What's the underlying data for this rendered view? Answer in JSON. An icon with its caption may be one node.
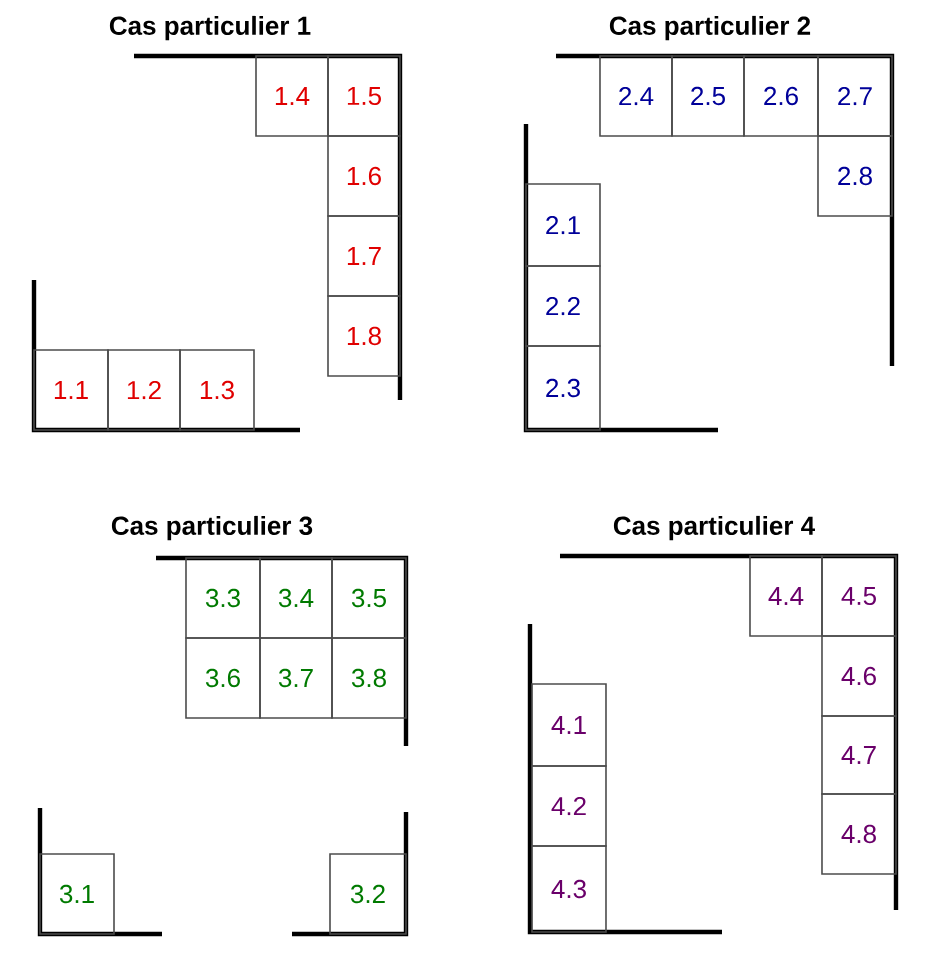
{
  "diagram": {
    "nodes": [
      {
        "text": [
          "1.1"
        ]
      },
      {
        "text": [
          "1.2"
        ]
      },
      {
        "text": [
          "1.3"
        ]
      },
      {
        "text": [
          "1.4"
        ]
      },
      {
        "text": [
          "1.5"
        ]
      },
      {
        "text": [
          "1.6"
        ]
      },
      {
        "text": [
          "1.7"
        ]
      },
      {
        "text": [
          "1.8"
        ]
      },
      {
        "text": [
          "2.1"
        ]
      },
      {
        "text": [
          "2.2"
        ]
      },
      {
        "text": [
          "2.3"
        ]
      },
      {
        "text": [
          "2.4"
        ]
      },
      {
        "text": [
          "2.5"
        ]
      },
      {
        "text": [
          "2.6"
        ]
      },
      {
        "text": [
          "2.7"
        ]
      },
      {
        "text": [
          "2.8"
        ]
      },
      {
        "text": [
          "3.1"
        ]
      },
      {
        "text": [
          "3.2"
        ]
      },
      {
        "text": [
          "3.3"
        ]
      },
      {
        "text": [
          "3.4"
        ]
      },
      {
        "text": [
          "3.5"
        ]
      },
      {
        "text": [
          "3.6"
        ]
      },
      {
        "text": [
          "3.7"
        ]
      },
      {
        "text": [
          "3.8"
        ]
      },
      {
        "text": [
          "4.1"
        ]
      },
      {
        "text": [
          "4.2"
        ]
      },
      {
        "text": [
          "4.3"
        ]
      },
      {
        "text": [
          "4.4"
        ]
      },
      {
        "text": [
          "4.5"
        ]
      },
      {
        "text": [
          "4.6"
        ]
      },
      {
        "text": [
          "4.7"
        ]
      },
      {
        "text": [
          "4.8"
        ]
      }
    ],
    "labels": [
      "Cas particulier 1",
      "Cas particulier 2",
      "Cas particulier 3",
      "Cas particulier 4"
    ]
  }
}
